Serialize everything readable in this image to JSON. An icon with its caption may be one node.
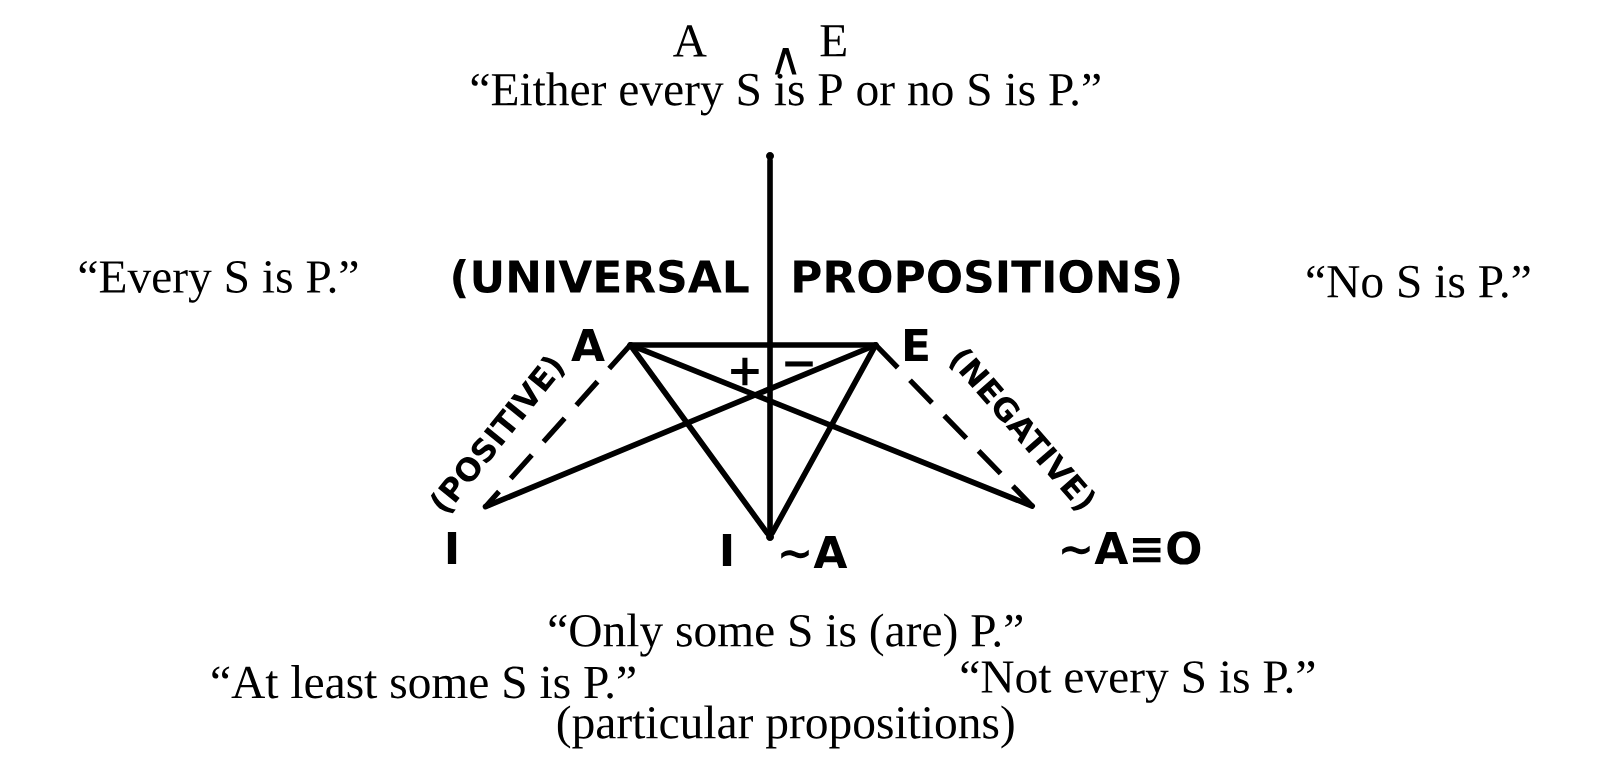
{
  "diagram": {
    "nodes": [
      {
        "text": [
          "A"
        ]
      },
      {
        "text": [
          "E"
        ]
      },
      {
        "text": [
          "I"
        ]
      },
      {
        "text": [],
        "shape": "circle",
        "beside": [
          "I",
          "~A"
        ]
      },
      {
        "text": [
          "~A≡O"
        ]
      },
      {
        "text": [],
        "shape": "circle"
      }
    ],
    "edges": [
      {
        "from": 0,
        "to": 1,
        "arrow": "none"
      },
      {
        "from": 0,
        "to": 2,
        "arrow": "none",
        "style": "dashed",
        "label": "(POSITIVE)"
      },
      {
        "from": 1,
        "to": 4,
        "arrow": "none",
        "style": "dashed",
        "label": "(NEGATIVE)"
      },
      {
        "from": 0,
        "to": 3,
        "arrow": "none"
      },
      {
        "from": 1,
        "to": 3,
        "arrow": "none"
      },
      {
        "from": 0,
        "to": 4,
        "arrow": "none"
      },
      {
        "from": 1,
        "to": 2,
        "arrow": "none"
      },
      {
        "from": 5,
        "to": 3,
        "arrow": "none"
      }
    ],
    "labels": [
      "A",
      "∧",
      "E",
      "“Either every S is P or no S is P.”",
      "“Every S is P.”",
      "(UNIVERSAL",
      "PROPOSITIONS)",
      "“No S is P.”",
      "+",
      "−",
      "“Only some S is (are) P.”",
      "“At least some S is P.”",
      "“Not every S is P.”",
      "(particular propositions)"
    ]
  }
}
